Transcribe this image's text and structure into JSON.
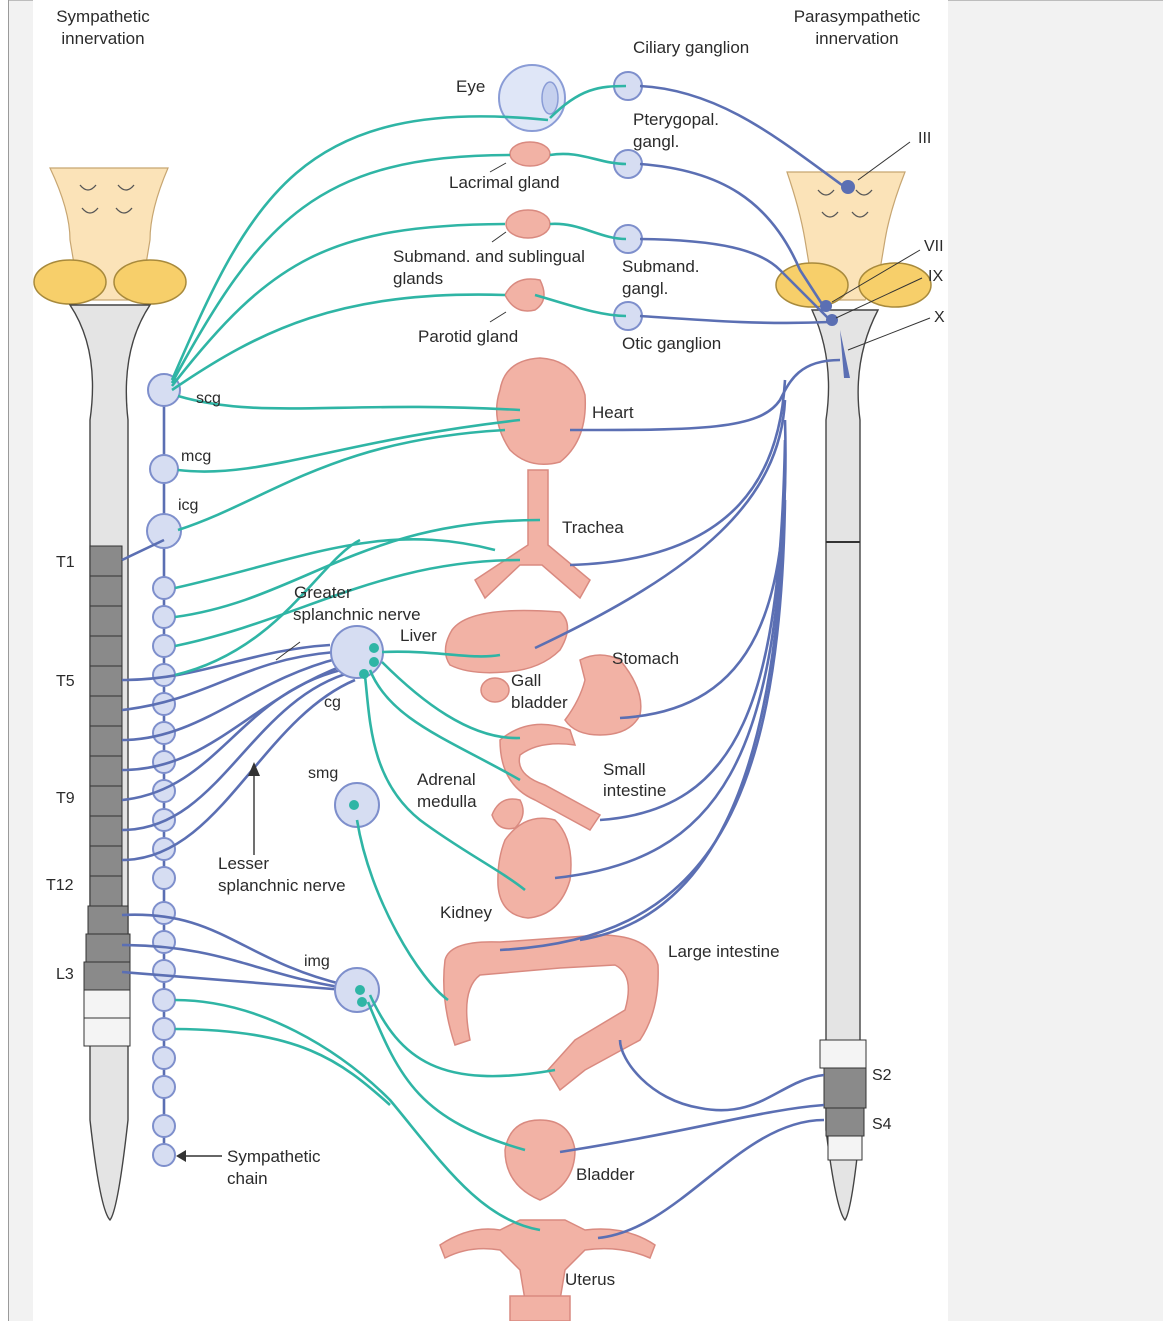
{
  "headings": {
    "sympathetic": [
      "Sympathetic",
      "innervation"
    ],
    "parasympathetic": [
      "Parasympathetic",
      "innervation"
    ]
  },
  "ganglia": {
    "ciliary": "Ciliary ganglion",
    "pterygopal": [
      "Pterygopal.",
      "gangl."
    ],
    "submand": [
      "Submand.",
      "gangl."
    ],
    "otic": "Otic ganglion",
    "scg": "scg",
    "mcg": "mcg",
    "icg": "icg",
    "cg": "cg",
    "smg": "smg",
    "img": "img"
  },
  "organs": {
    "eye": "Eye",
    "lacrimal": "Lacrimal gland",
    "submand_glands": [
      "Submand. and sublingual",
      "glands"
    ],
    "parotid": "Parotid gland",
    "heart": "Heart",
    "trachea": "Trachea",
    "liver": "Liver",
    "gall_bladder": [
      "Gall",
      "bladder"
    ],
    "stomach": "Stomach",
    "adrenal": [
      "Adrenal",
      "medulla"
    ],
    "small_intestine": [
      "Small",
      "intestine"
    ],
    "kidney": "Kidney",
    "large_intestine": "Large intestine",
    "bladder": "Bladder",
    "uterus": "Uterus"
  },
  "nerves": {
    "greater_splanchnic": [
      "Greater",
      "splanchnic nerve"
    ],
    "lesser_splanchnic": [
      "Lesser",
      "splanchnic nerve"
    ],
    "sympathetic_chain": [
      "Sympathetic",
      "chain"
    ]
  },
  "cranial_nerves": [
    "III",
    "VII",
    "IX",
    "X"
  ],
  "spinal_levels": {
    "t1": "T1",
    "t5": "T5",
    "t9": "T9",
    "t12": "T12",
    "l3": "L3",
    "s2": "S2",
    "s4": "S4"
  },
  "colors": {
    "sympathetic": "#2fb5a5",
    "parasympathetic": "#5b6fb3",
    "ganglion_fill": "#d6ddf2",
    "organ_fill": "#f2b2a5",
    "brainstem_fill": "#fbe3b8",
    "cord_fill": "#e3e3e3"
  }
}
